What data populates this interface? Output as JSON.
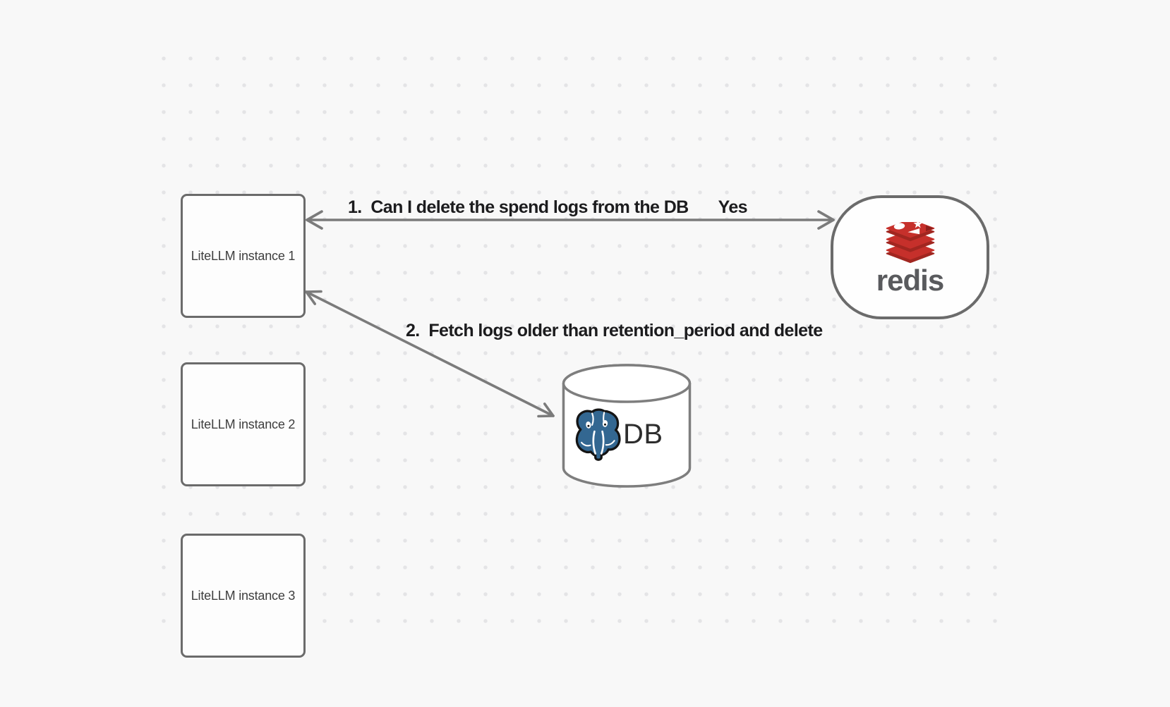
{
  "colors": {
    "background": "#f8f8f8",
    "dot": "#e4e4e6",
    "node_border": "#6b6b6b",
    "node_fill": "#fdfdfd",
    "edge": "#7b7b7b",
    "edge_label_text": "#1c1c1e",
    "node_label_text": "#3e3e3e",
    "redis_red": "#c6302b",
    "redis_dark_red": "#a12620",
    "redis_wordmark_color": "#595a5d",
    "postgres_blue": "#336791",
    "db_text": "#2d2d2d"
  },
  "nodes": {
    "instance1": {
      "label": "LiteLLM instance 1"
    },
    "instance2": {
      "label": "LiteLLM instance 2"
    },
    "instance3": {
      "label": "LiteLLM instance 3"
    },
    "redis": {
      "wordmark": "redis",
      "icon": "redis-stack-icon"
    },
    "db": {
      "label": "DB",
      "icon": "postgres-elephant-icon",
      "shape_icon": "database-cylinder-icon"
    }
  },
  "edges": {
    "edge1": {
      "question": "1.  Can I delete the spend logs from the DB",
      "answer": "Yes"
    },
    "edge2": {
      "action": "2.  Fetch logs older than retention_period and delete"
    }
  }
}
